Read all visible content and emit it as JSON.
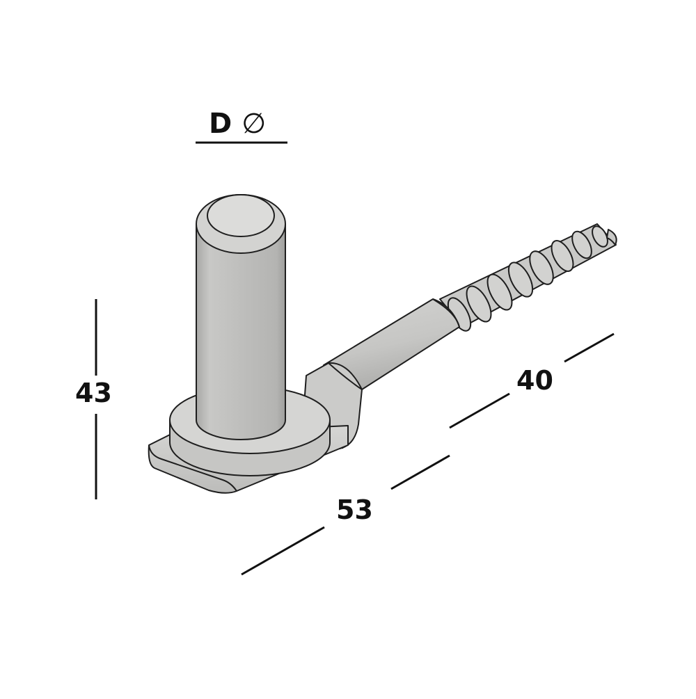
{
  "diagram": {
    "title": "Hinge pin with wood screw shank",
    "colors": {
      "metal_light": "#d8d8d6",
      "metal_mid": "#c4c4c2",
      "metal_dark": "#a9a9a7",
      "outline": "#1e1e1e",
      "dimension_line": "#111111",
      "background": "#ffffff"
    },
    "dimensions": {
      "diameter": {
        "letter": "D",
        "symbol": "∅"
      },
      "height": {
        "value": "43"
      },
      "total_length": {
        "value": "53"
      },
      "thread_length": {
        "value": "40"
      }
    }
  }
}
